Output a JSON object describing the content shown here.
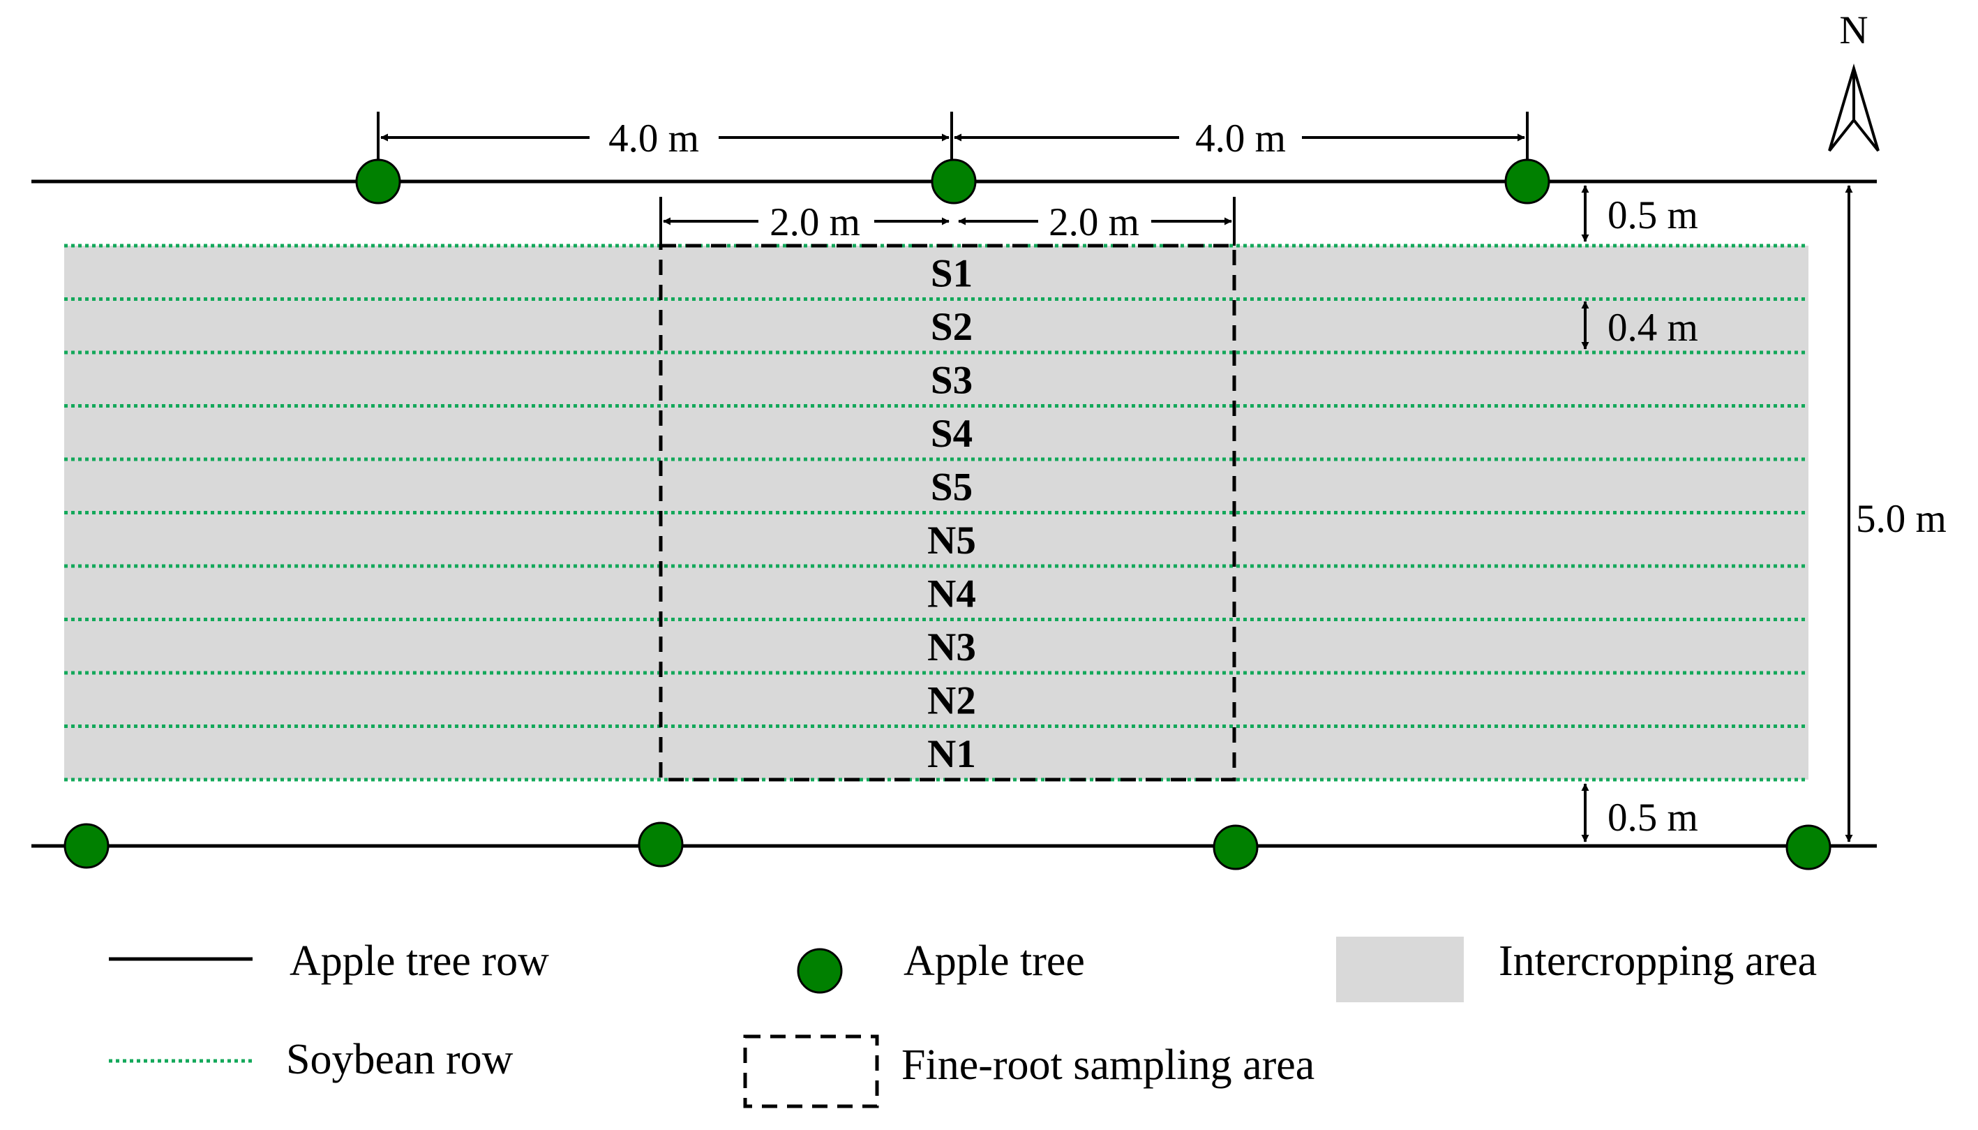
{
  "colors": {
    "tree_fill": "#008000",
    "soybean_row": "#13a85a",
    "intercrop_area": "#d9d9d9",
    "line": "#000000"
  },
  "north": {
    "label": "N",
    "icon": "north-arrow-icon"
  },
  "sampling_rows": [
    "S1",
    "S2",
    "S3",
    "S4",
    "S5",
    "N5",
    "N4",
    "N3",
    "N2",
    "N1"
  ],
  "dimensions": {
    "tree_spacing_left": "4.0 m",
    "tree_spacing_right": "4.0 m",
    "sample_half_left": "2.0 m",
    "sample_half_right": "2.0 m",
    "top_margin": "0.5 m",
    "row_spacing": "0.4 m",
    "bottom_margin": "0.5 m",
    "alley_width": "5.0 m"
  },
  "legend": {
    "apple_row": "Apple tree row",
    "apple_tree": "Apple tree",
    "intercropping": "Intercropping area",
    "soybean_row": "Soybean row",
    "sampling": "Fine-root sampling area"
  }
}
